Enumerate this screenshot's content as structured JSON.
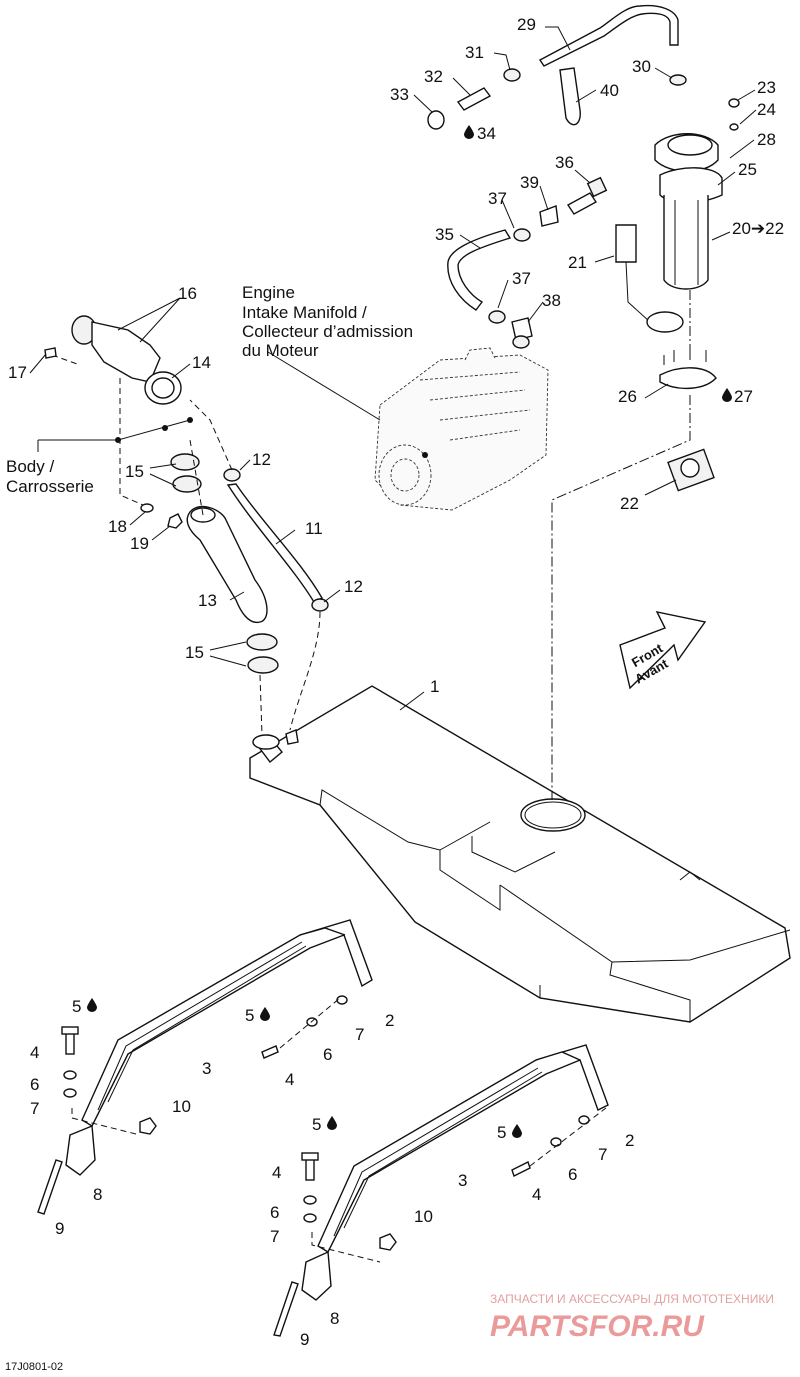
{
  "callouts": {
    "c1": "1",
    "c2a": "2",
    "c2b": "2",
    "c3a": "3",
    "c3b": "3",
    "c4a": "4",
    "c4b": "4",
    "c4c": "4",
    "c4d": "4",
    "c5a": "5",
    "c5b": "5",
    "c5c": "5",
    "c5d": "5",
    "c6a": "6",
    "c6b": "6",
    "c6c": "6",
    "c6d": "6",
    "c7a": "7",
    "c7b": "7",
    "c7c": "7",
    "c7d": "7",
    "c8a": "8",
    "c8b": "8",
    "c9a": "9",
    "c9b": "9",
    "c10a": "10",
    "c10b": "10",
    "c11": "11",
    "c12a": "12",
    "c12b": "12",
    "c13": "13",
    "c14": "14",
    "c15a": "15",
    "c15b": "15",
    "c16": "16",
    "c17": "17",
    "c18": "18",
    "c19": "19",
    "c20": "20➔22",
    "c21": "21",
    "c22": "22",
    "c23": "23",
    "c24": "24",
    "c25": "25",
    "c26": "26",
    "c27": "27",
    "c28": "28",
    "c29": "29",
    "c30": "30",
    "c31": "31",
    "c32": "32",
    "c33": "33",
    "c34": "34",
    "c35": "35",
    "c36": "36",
    "c37a": "37",
    "c37b": "37",
    "c38": "38",
    "c39": "39",
    "c40": "40"
  },
  "labels": {
    "engine_lines": [
      "Engine",
      "Intake Manifold /",
      "Collecteur d’admission",
      "du Moteur"
    ],
    "body_lines": [
      "Body /",
      "Carrosserie"
    ],
    "front_lines": [
      "Front",
      "Avant"
    ]
  },
  "footer": {
    "diagram_code": "17J0801-02",
    "watermark_top": "ЗАПЧАСТИ И АКСЕССУАРЫ ДЛЯ МОТОТЕХНИКИ",
    "watermark_brand": "PARTSFOR.RU"
  },
  "icons": {
    "drop": "oil-drop-icon",
    "arrow": "front-arrow-icon"
  }
}
